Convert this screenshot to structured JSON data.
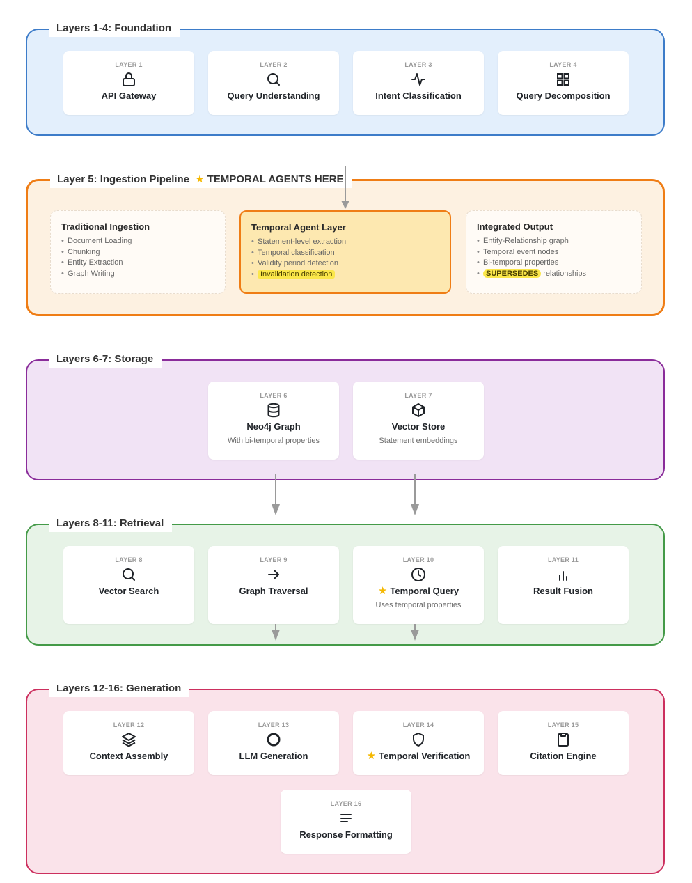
{
  "sections": {
    "foundation": {
      "title": "Layers 1-4: Foundation",
      "cards": [
        {
          "layer": "LAYER 1",
          "name": "API Gateway",
          "icon": "lock-icon"
        },
        {
          "layer": "LAYER 2",
          "name": "Query Understanding",
          "icon": "search-icon"
        },
        {
          "layer": "LAYER 3",
          "name": "Intent Classification",
          "icon": "activity-icon"
        },
        {
          "layer": "LAYER 4",
          "name": "Query Decomposition",
          "icon": "grid-icon"
        }
      ]
    },
    "ingestion": {
      "title": "Layer 5: Ingestion Pipeline",
      "title_badge": "TEMPORAL AGENTS HERE",
      "traditional": {
        "title": "Traditional Ingestion",
        "items": [
          "Document Loading",
          "Chunking",
          "Entity Extraction",
          "Graph Writing"
        ]
      },
      "temporal": {
        "title": "Temporal Agent Layer",
        "items": [
          "Statement-level extraction",
          "Temporal classification",
          "Validity period detection",
          "Invalidation detection"
        ]
      },
      "output": {
        "title": "Integrated Output",
        "items": [
          "Entity-Relationship graph",
          "Temporal event nodes",
          "Bi-temporal properties"
        ],
        "last_item_highlight": "SUPERSEDES",
        "last_item_rest": "relationships"
      }
    },
    "storage": {
      "title": "Layers 6-7: Storage",
      "cards": [
        {
          "layer": "LAYER 6",
          "name": "Neo4j Graph",
          "sub": "With bi-temporal properties",
          "icon": "database-icon"
        },
        {
          "layer": "LAYER 7",
          "name": "Vector Store",
          "sub": "Statement embeddings",
          "icon": "cube-icon"
        }
      ]
    },
    "retrieval": {
      "title": "Layers 8-11: Retrieval",
      "cards": [
        {
          "layer": "LAYER 8",
          "name": "Vector Search",
          "icon": "search-icon"
        },
        {
          "layer": "LAYER 9",
          "name": "Graph Traversal",
          "icon": "arrow-right-icon"
        },
        {
          "layer": "LAYER 10",
          "name": "Temporal Query",
          "sub": "Uses temporal properties",
          "icon": "clock-icon"
        },
        {
          "layer": "LAYER 11",
          "name": "Result Fusion",
          "icon": "bar-chart-icon"
        }
      ]
    },
    "generation": {
      "title": "Layers 12-16: Generation",
      "cards": [
        {
          "layer": "LAYER 12",
          "name": "Context Assembly",
          "icon": "layers-icon"
        },
        {
          "layer": "LAYER 13",
          "name": "LLM Generation",
          "icon": "circle-icon"
        },
        {
          "layer": "LAYER 14",
          "name": "Temporal Verification",
          "icon": "shield-icon"
        },
        {
          "layer": "LAYER 15",
          "name": "Citation Engine",
          "icon": "clipboard-icon"
        },
        {
          "layer": "LAYER 16",
          "name": "Response Formatting",
          "icon": "align-left-icon"
        }
      ]
    }
  },
  "colors": {
    "foundation": "#3d7cc9",
    "ingestion": "#ef7d15",
    "storage": "#8a2c9a",
    "retrieval": "#449a48",
    "generation": "#cc2f5e",
    "star": "#f5b800",
    "highlight": "#fbe74a"
  }
}
